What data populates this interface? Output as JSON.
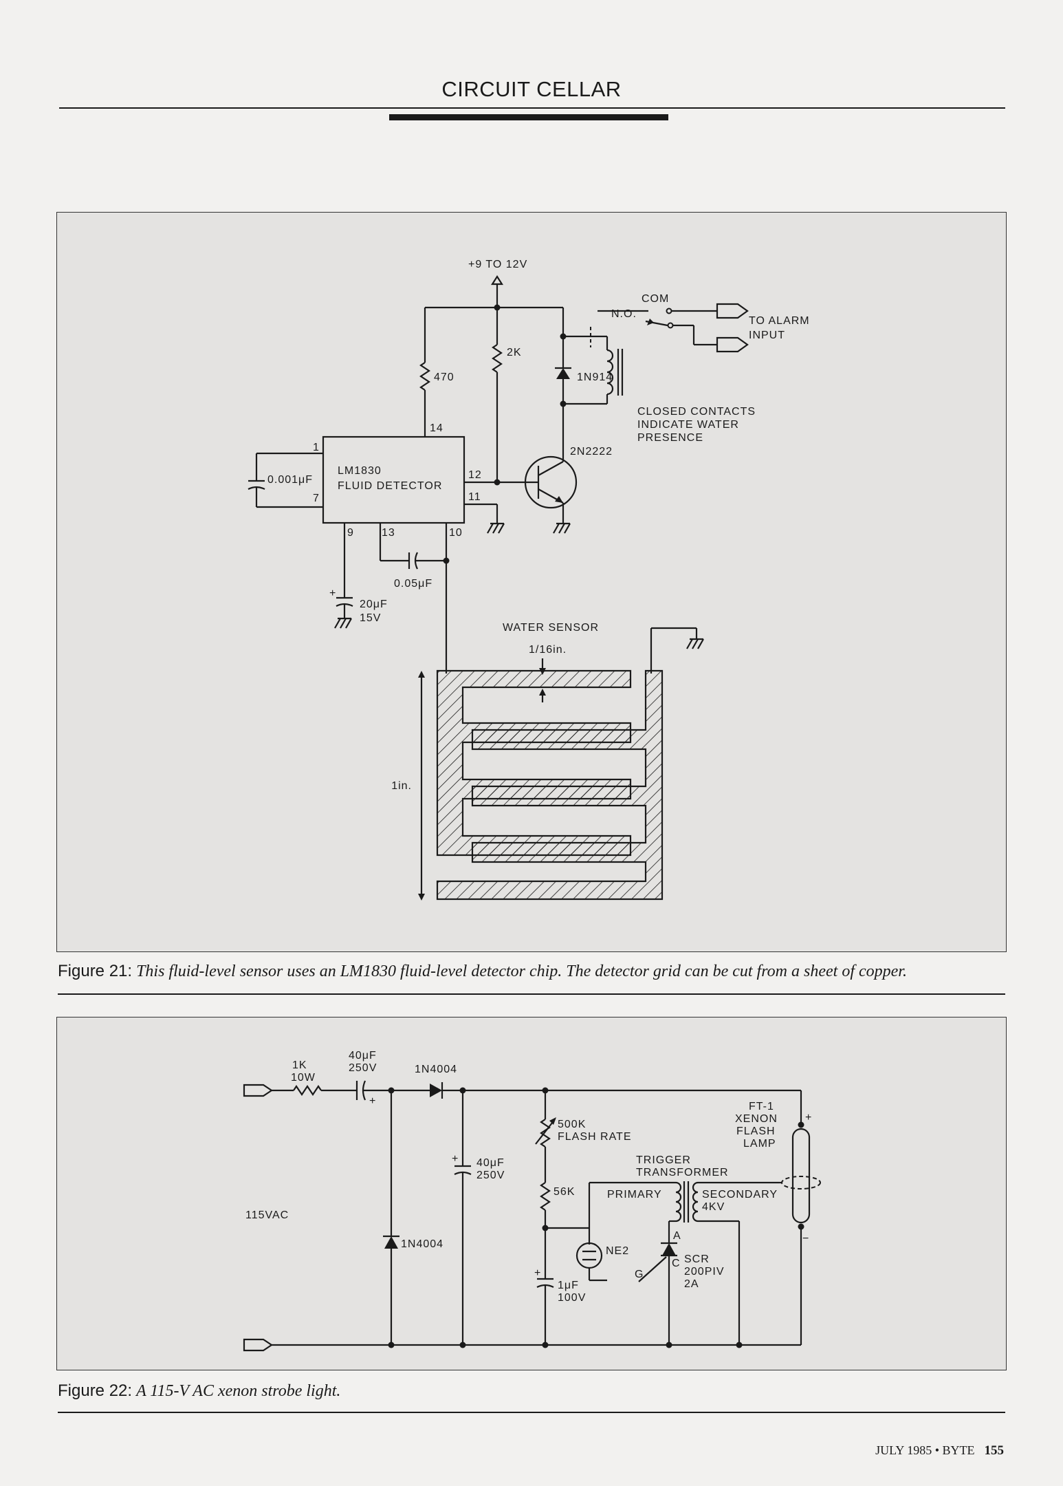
{
  "header": {
    "title": "CIRCUIT CELLAR"
  },
  "figure21": {
    "caption_label": "Figure 21:",
    "caption_text": "This fluid-level sensor uses an LM1830 fluid-level detector chip. The detector grid can be cut from a sheet of copper.",
    "supply": "+9 TO 12V",
    "com": "COM",
    "no": "N.O.",
    "alarm_1": "TO ALARM",
    "alarm_2": "INPUT",
    "r470": "470",
    "r2k": "2K",
    "diode": "1N914",
    "contacts_1": "CLOSED CONTACTS",
    "contacts_2": "INDICATE WATER",
    "contacts_3": "PRESENCE",
    "transistor": "2N2222",
    "chip_1": "LM1830",
    "chip_2": "FLUID DETECTOR",
    "pin_1": "1",
    "pin_7": "7",
    "pin_14": "14",
    "pin_12": "12",
    "pin_11": "11",
    "pin_9": "9",
    "pin_13": "13",
    "pin_10": "10",
    "c_001": "0.001μF",
    "c_005": "0.05μF",
    "c_20_1": "20μF",
    "c_20_2": "15V",
    "sensor_title": "WATER SENSOR",
    "gap": "1/16in.",
    "height": "1in.",
    "plus": "+"
  },
  "figure22": {
    "caption_label": "Figure 22:",
    "caption_text": "A 115-V AC xenon strobe light.",
    "r1k_1": "1K",
    "r1k_2": "10W",
    "c40a_1": "40μF",
    "c40a_2": "250V",
    "d1": "1N4004",
    "d2": "1N4004",
    "c40b_1": "40μF",
    "c40b_2": "250V",
    "pot_1": "500K",
    "pot_2": "FLASH RATE",
    "r56k": "56K",
    "lamp_1": "FT-1",
    "lamp_2": "XENON",
    "lamp_3": "FLASH",
    "lamp_4": "LAMP",
    "trig_1": "TRIGGER",
    "trig_2": "TRANSFORMER",
    "primary": "PRIMARY",
    "secondary_1": "SECONDARY",
    "secondary_2": "4KV",
    "vac": "115VAC",
    "ne2": "NE2",
    "scr_a": "A",
    "scr_c": "C",
    "scr_g": "G",
    "scr_1": "SCR",
    "scr_2": "200PIV",
    "scr_3": "2A",
    "c1_1": "1μF",
    "c1_2": "100V",
    "plus": "+",
    "minus": "−"
  },
  "footer": {
    "date": "JULY 1985 • BYTE",
    "page": "155"
  }
}
